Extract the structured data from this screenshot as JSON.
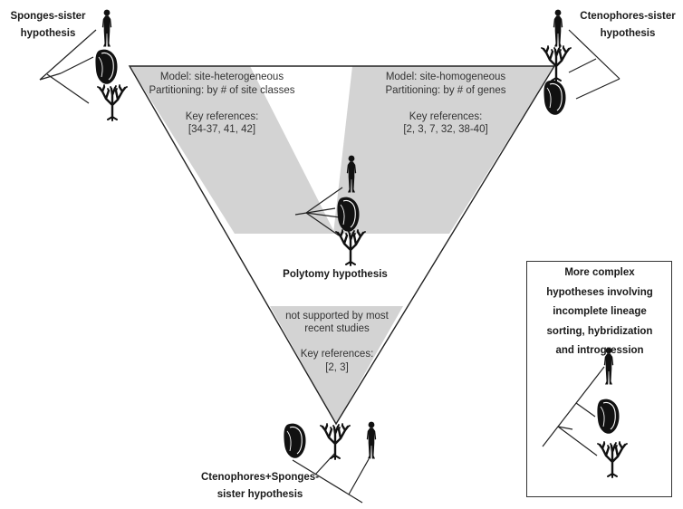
{
  "hypotheses": {
    "sponges_sister": "Sponges-sister\nhypothesis",
    "ctenophores_sister": "Ctenophores-sister\nhypothesis",
    "ctenophores_sponges_sister": "Ctenophores+Sponges-\nsister hypothesis",
    "polytomy": "Polytomy hypothesis",
    "complex": "More complex\nhypotheses involving\nincomplete lineage\nsorting, hybridization\nand introgression"
  },
  "regions": {
    "left": {
      "model": "Model: site-heterogeneous",
      "partitioning": "Partitioning: by # of site classes",
      "refs_label": "Key references:",
      "refs": "[34-37, 41, 42]"
    },
    "right": {
      "model": "Model: site-homogeneous",
      "partitioning": "Partitioning: by # of genes",
      "refs_label": "Key references:",
      "refs": "[2, 3, 7, 32, 38-40]"
    },
    "bottom": {
      "status": "not supported by most\nrecent studies",
      "refs_label": "Key references:",
      "refs": "[2, 3]"
    }
  },
  "colors": {
    "shade": "#d3d3d3",
    "outline": "#222222",
    "silhouette": "#111111"
  },
  "icons": [
    "human-icon",
    "ctenophore-icon",
    "sponge-icon"
  ]
}
